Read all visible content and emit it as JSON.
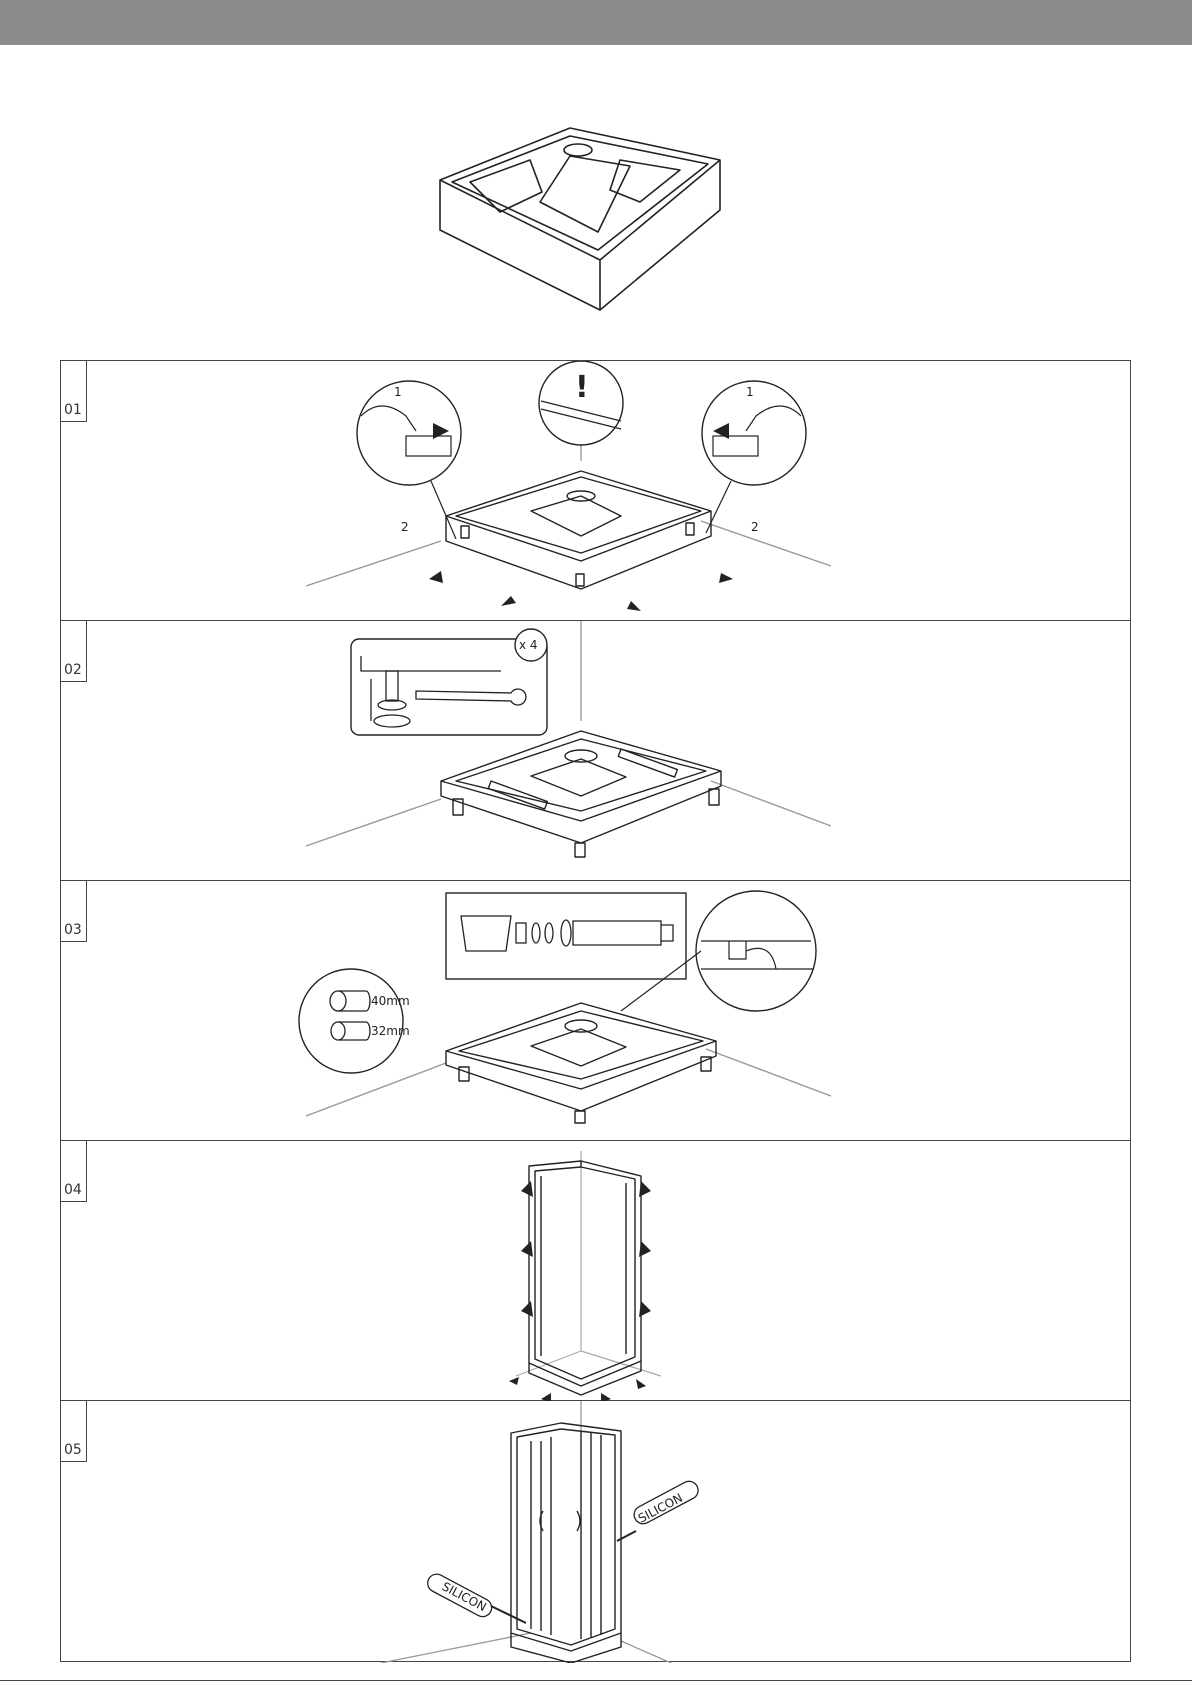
{
  "steps": [
    {
      "number": "01",
      "callout_left": "1",
      "callout_right": "1",
      "hand_left": "2",
      "hand_right": "2",
      "warning": "!"
    },
    {
      "number": "02",
      "multiplier": "x 4"
    },
    {
      "number": "03",
      "pipe_40": "40mm",
      "pipe_32": "32mm"
    },
    {
      "number": "04"
    },
    {
      "number": "05",
      "tube_left": "SILICON",
      "tube_right": "SILICON"
    }
  ],
  "icons": [
    "shower-tray-icon",
    "hand-icon",
    "warning-icon",
    "wrench-icon",
    "drain-trap-icon",
    "arrow-icon",
    "silicone-tube-icon"
  ]
}
